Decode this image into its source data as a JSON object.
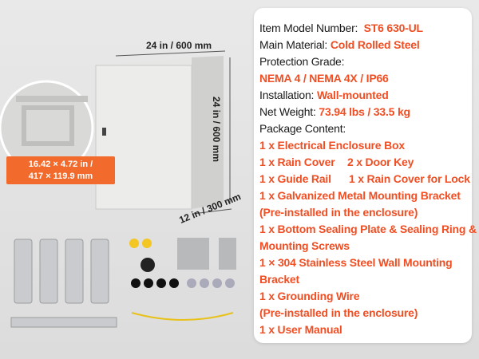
{
  "specs": {
    "model_label": "Item Model Number:",
    "model_value": "ST6 630-UL",
    "material_label": "Main Material:",
    "material_value": "Cold Rolled Steel",
    "protection_label": "Protection Grade:",
    "protection_value": "NEMA 4 / NEMA 4X / IP66",
    "installation_label": "Installation:",
    "installation_value": "Wall-mounted",
    "weight_label": "Net Weight:",
    "weight_value": "73.94 lbs / 33.5 kg",
    "package_label": "Package Content:",
    "package_items": [
      "1 x Electrical Enclosure Box",
      "1 x Rain Cover",
      "2 x Door Key",
      "1 x Guide Rail",
      "1 x Rain Cover for Lock",
      "1 x Galvanized Metal Mounting Bracket",
      "(Pre-installed in the enclosure)",
      "1 x Bottom Sealing Plate & Sealing Ring &",
      "Mounting Screws",
      "1 × 304 Stainless Steel Wall Mounting",
      "Bracket",
      "1 x Grounding Wire",
      "(Pre-installed in the enclosure)",
      "1 x User Manual"
    ]
  },
  "dimensions": {
    "width": "24 in / 600 mm",
    "height": "24 in / 600 mm",
    "depth": "12 in / 300 mm",
    "inner_line1": "16.42 × 4.72 in /",
    "inner_line2": "417 × 119.9 mm"
  },
  "colors": {
    "accent": "#f04e23",
    "callout": "#f26a2c"
  }
}
